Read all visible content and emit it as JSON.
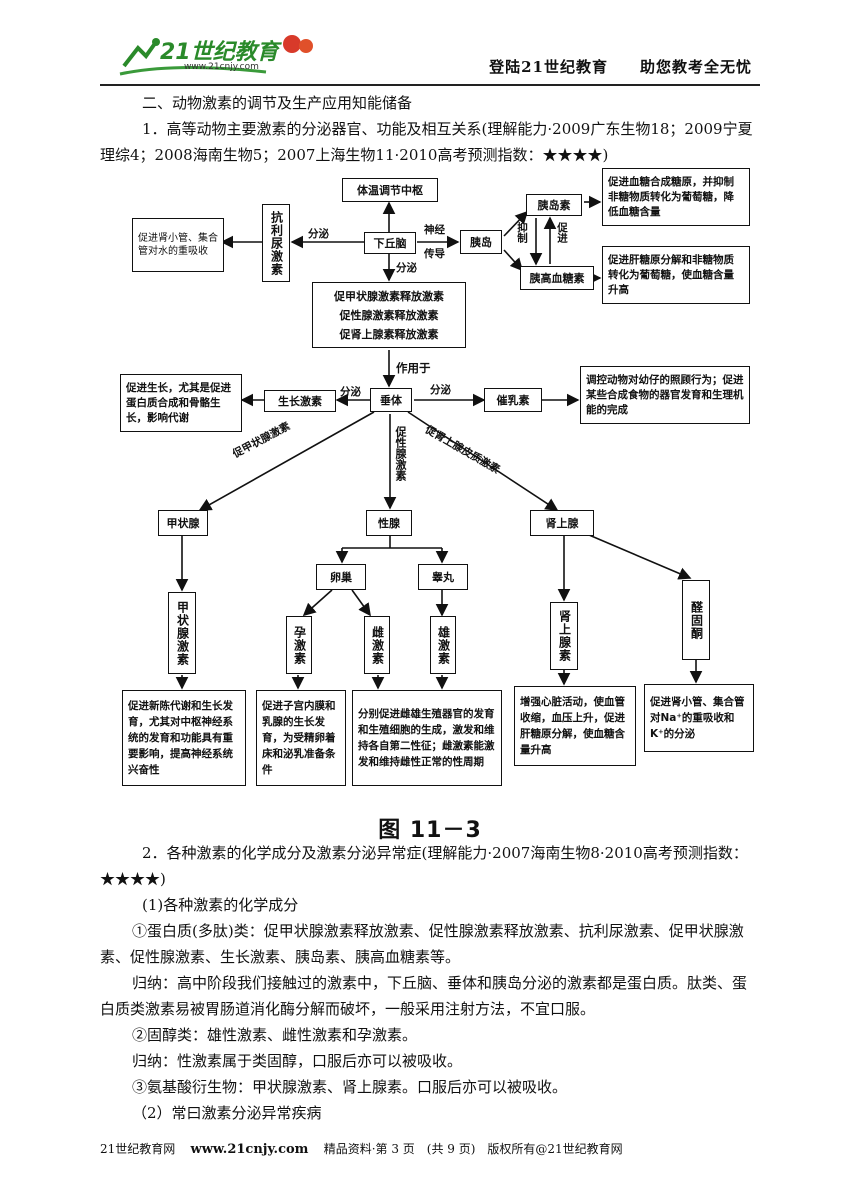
{
  "header": {
    "logo_text": "21世纪教育",
    "logo_url": "www.21cnjy.com",
    "slogan": "登陆21世纪教育　　助您教考全无忧"
  },
  "sections": {
    "heading": "二、动物激素的调节及生产应用知能储备",
    "item1": "1．高等动物主要激素的分泌器官、功能及相互关系(理解能力·2009广东生物18；2009宁夏理综4；2008海南生物5；2007上海生物11·2010高考预测指数：★★★★)"
  },
  "diagram": {
    "caption": "图 11－3",
    "boxes": {
      "tiwen": "体温调节中枢",
      "xiaqiunao": "下丘脑",
      "kangli": "抗利尿激素",
      "cujin_shen": "促进肾小管、集合管对水的重吸收",
      "yidao": "胰岛",
      "yidaosu": "胰岛素",
      "yigaoxuetang": "胰高血糖素",
      "yidaosu_func": "促进血糖合成糖原，并抑制非糖物质转化为葡萄糖，降低血糖含量",
      "yigao_func": "促进肝糖原分解和非糖物质转化为葡萄糖，使血糖含量升高",
      "release": "促甲状腺激素释放激素\n促性腺激素释放激素\n促肾上腺素释放激素",
      "chuiti": "垂体",
      "shengzhang": "生长激素",
      "shengzhang_func": "促进生长，尤其是促进蛋白质合成和骨骼生长，影响代谢",
      "cuiru": "催乳素",
      "cuiru_func": "调控动物对幼仔的照顾行为；促进某些合成食物的器官发育和生理机能的完成",
      "jiazhuang": "甲状腺",
      "xingxian": "性腺",
      "shenshang": "肾上腺",
      "luanchao": "卵巢",
      "jingwan": "睾丸",
      "jiazhuangsu": "甲状腺激素",
      "yunjisu": "孕激素",
      "cijisu": "雌激素",
      "xiongjisu": "雄激素",
      "shenshangsu": "肾上腺素",
      "quangutong": "醛固酮",
      "jiazhuang_func": "促进新陈代谢和生长发育，尤其对中枢神经系统的发育和功能具有重要影响，提高神经系统兴奋性",
      "yun_func": "促进子宫内膜和乳腺的生长发育，为受精卵着床和泌乳准备条件",
      "xing_func": "分别促进雌雄生殖器官的发育和生殖细胞的生成，激发和维持各自第二性征；雌激素能激发和维持雌性正常的性周期",
      "shenshang_func": "增强心脏活动，使血管收缩，血压上升，促进肝糖原分解，使血糖含量升高",
      "quangu_func": "促进肾小管、集合管对Na⁺的重吸收和K⁺的分泌"
    },
    "labels": {
      "fenmi1": "分泌",
      "shenjing": "神经",
      "chuandao": "传导",
      "fenmi2": "分泌",
      "yizhi": "抑制",
      "cujin": "促进",
      "zuoyongyu": "作用于",
      "fenmi3": "分泌",
      "fenmi4": "分泌",
      "cujiazhuang": "促甲状腺激素",
      "cuxingxian": "促性腺激素",
      "cushenshang": "促肾上腺皮质激素"
    }
  },
  "body": {
    "item2": "2．各种激素的化学成分及激素分泌异常症(理解能力·2007海南生物8·2010高考预测指数：★★★★)",
    "sub1": "(1)各种激素的化学成分",
    "p1": "①蛋白质(多肽)类：促甲状腺激素释放激素、促性腺激素释放激素、抗利尿激素、促甲状腺激素、促性腺激素、生长激素、胰岛素、胰高血糖素等。",
    "p2": "归纳：高中阶段我们接触过的激素中，下丘脑、垂体和胰岛分泌的激素都是蛋白质。肽类、蛋白质类激素易被胃肠道消化酶分解而破坏，一般采用注射方法，不宜口服。",
    "p3": "②固醇类：雄性激素、雌性激素和孕激素。",
    "p4": "归纳：性激素属于类固醇，口服后亦可以被吸收。",
    "p5": "③氨基酸衍生物：甲状腺激素、肾上腺素。口服后亦可以被吸收。",
    "sub2": "（2）常曰激素分泌异常疾病"
  },
  "footer": {
    "site": "21世纪教育网",
    "url": "www.21cnjy.com",
    "info": "精品资料·第 3 页　(共 9 页)　版权所有@21世纪教育网"
  }
}
